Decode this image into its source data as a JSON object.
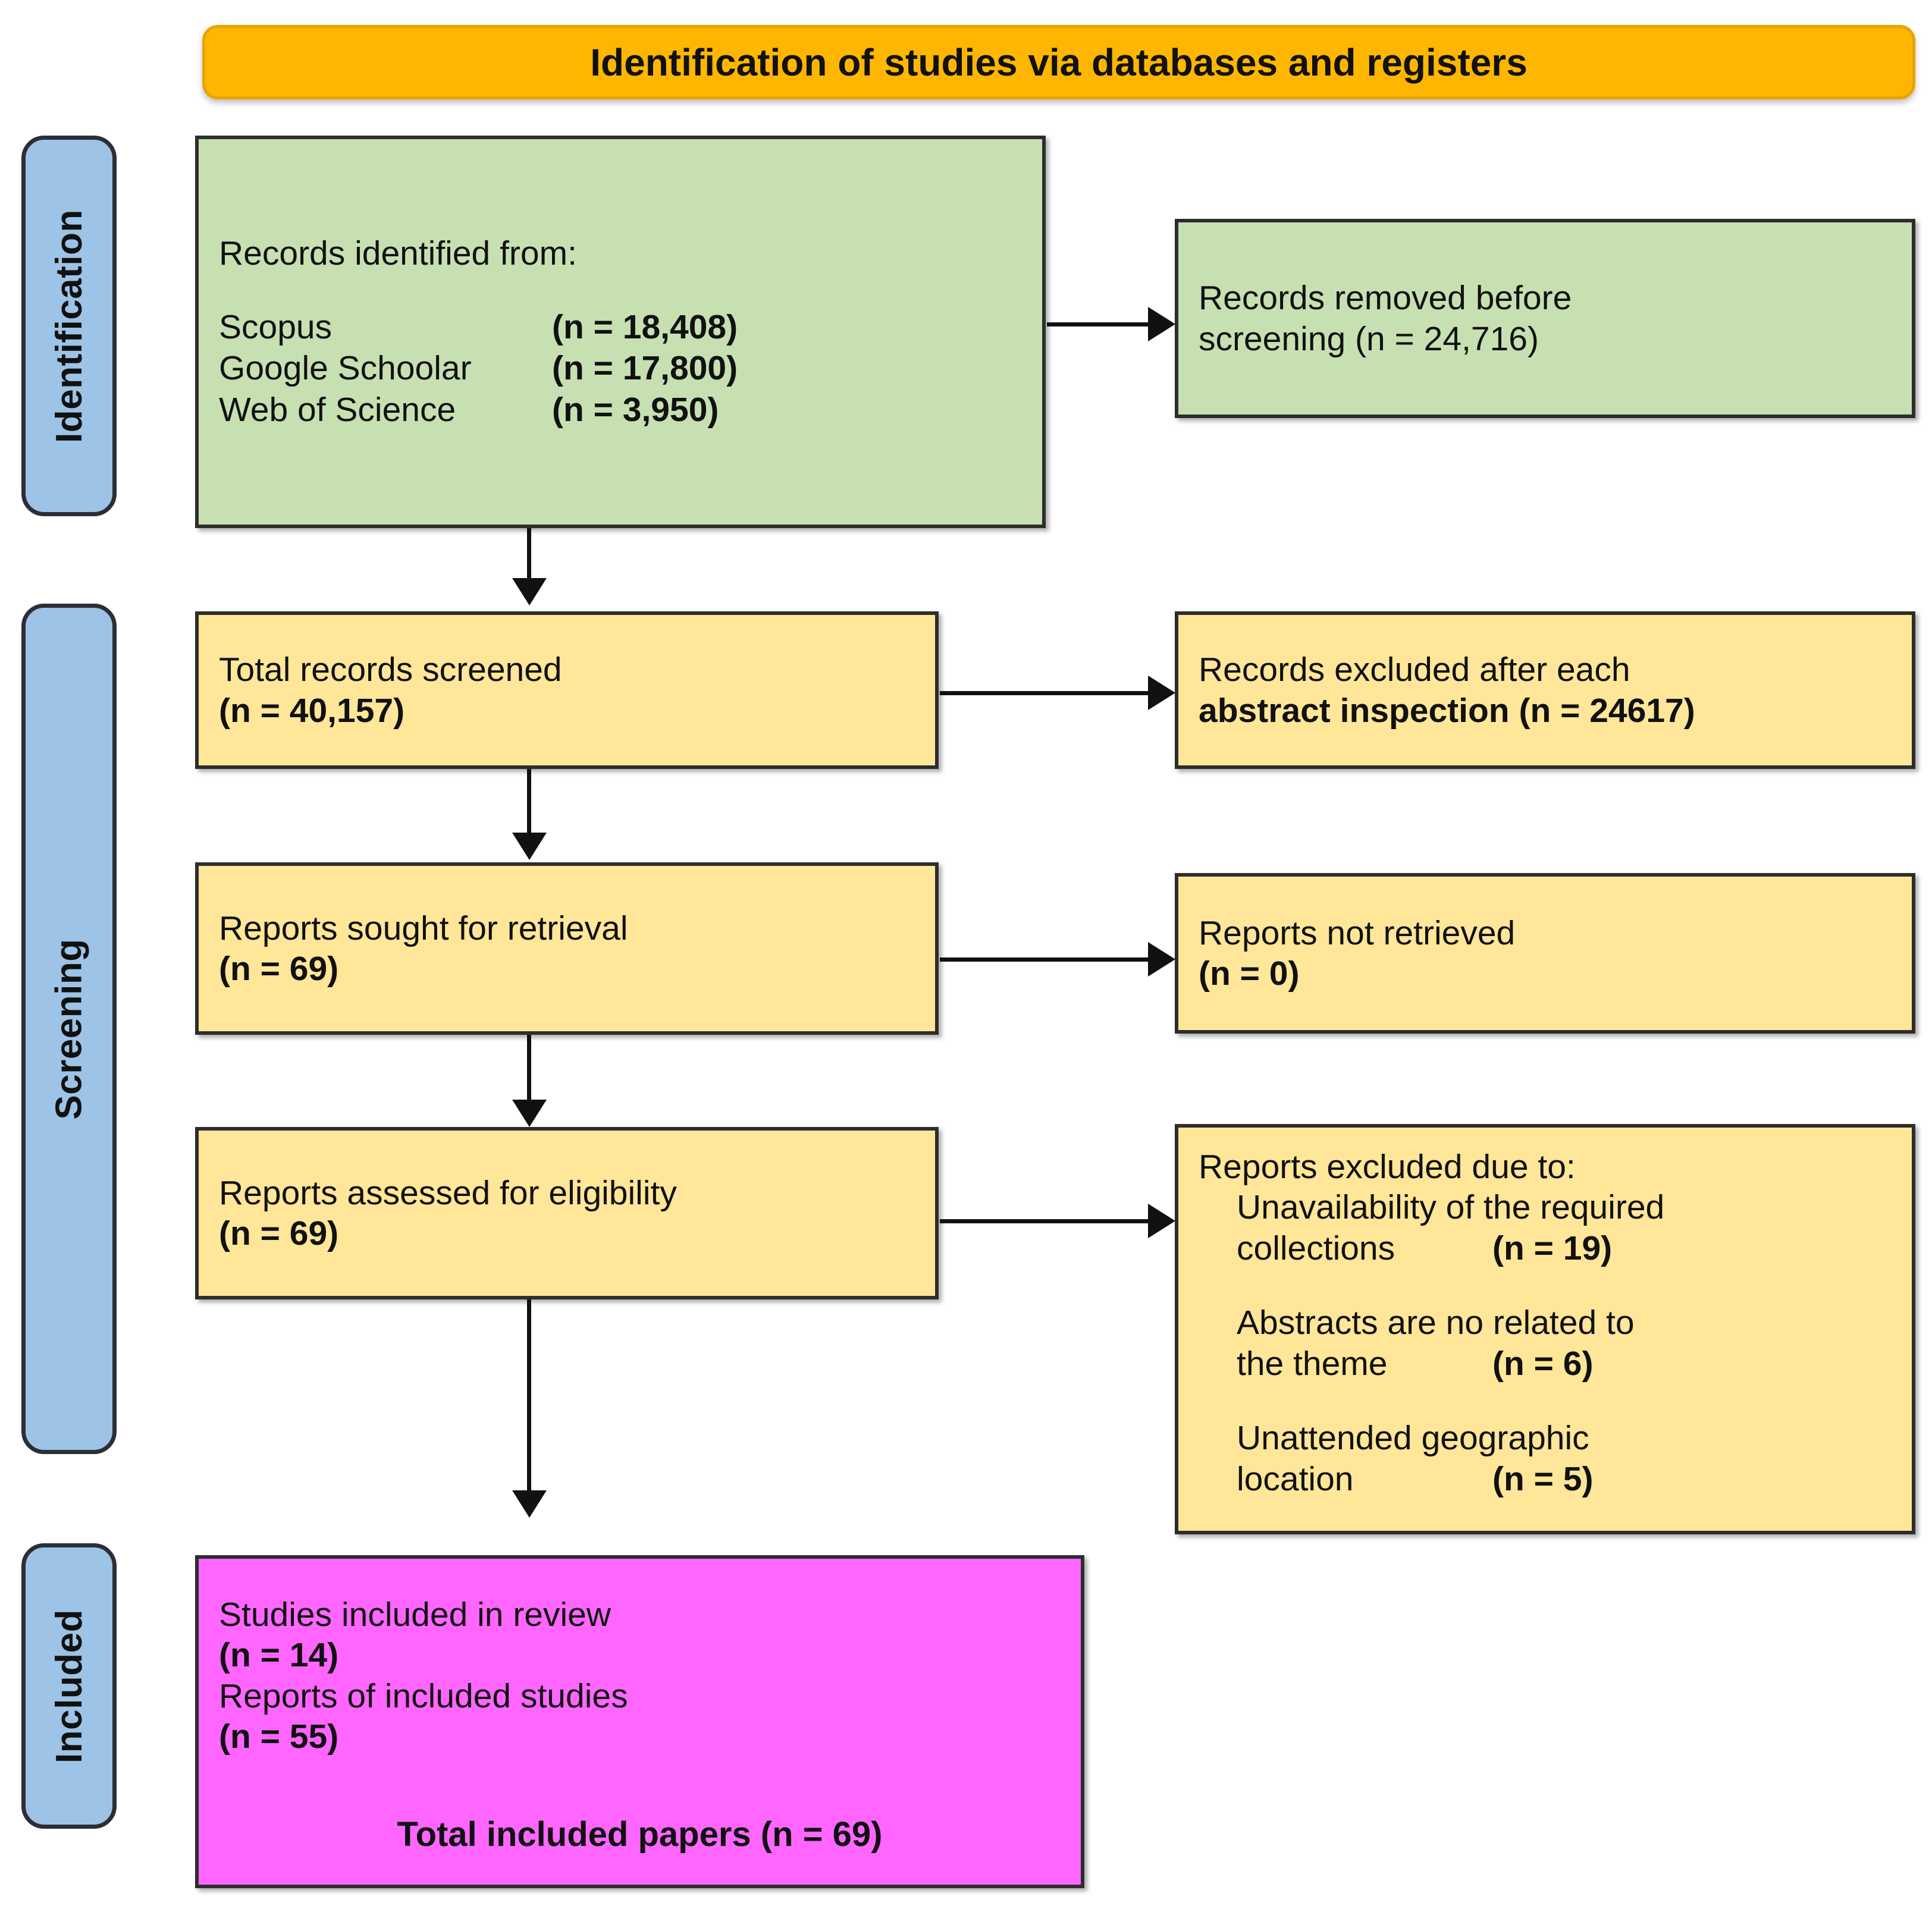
{
  "banner": {
    "title": "Identification of studies via databases and registers"
  },
  "rails": [
    {
      "label": "Identification"
    },
    {
      "label": "Screening"
    },
    {
      "label": "Included"
    }
  ],
  "identification": {
    "records_identified": {
      "heading": "Records identified from:",
      "sources": [
        {
          "name": "Scopus",
          "count": "(n = 18,408)"
        },
        {
          "name": "Google Schoolar",
          "count": "(n = 17,800)"
        },
        {
          "name": "Web of Science",
          "count": "(n = 3,950)"
        }
      ]
    },
    "records_removed": {
      "line1_plain": "Records removed ",
      "line1_italic": "before",
      "line2_italic": "screening",
      "line2_plain": " (n = 24,716)"
    }
  },
  "screening": {
    "records_screened": {
      "label": "Total records screened",
      "count": "(n = 40,157)"
    },
    "records_excluded": {
      "line1": "Records excluded after each",
      "line2": "abstract inspection (n = 24617)"
    },
    "reports_sought": {
      "label": "Reports sought for retrieval",
      "count": "(n = 69)"
    },
    "reports_not_retrieved": {
      "label": "Reports not retrieved",
      "count": "(n = 0)"
    },
    "reports_assessed": {
      "label": "Reports assessed for eligibility",
      "count": "(n = 69)"
    },
    "reports_excluded": {
      "heading": "Reports excluded due to:",
      "reasons": [
        {
          "line1": "Unavailability of the required",
          "line2": "collections",
          "count": "(n = 19)"
        },
        {
          "line1": "Abstracts are no related to",
          "line2": "the theme",
          "count": "(n = 6)"
        },
        {
          "line1": "Unattended geographic",
          "line2": "location",
          "count": "(n = 5)"
        }
      ]
    }
  },
  "included": {
    "studies_label": "Studies included in review",
    "studies_count": "(n = 14)",
    "reports_label": "Reports of included studies",
    "reports_count": "(n = 55)",
    "total_label": "Total included papers (n = 69)"
  },
  "colors": {
    "banner": "#ffb600",
    "rail": "#9dc3e6",
    "identification_box": "#c6e0b2",
    "screening_box": "#ffe699",
    "included_box": "#ff66ff",
    "border": "#2d2d2d"
  }
}
